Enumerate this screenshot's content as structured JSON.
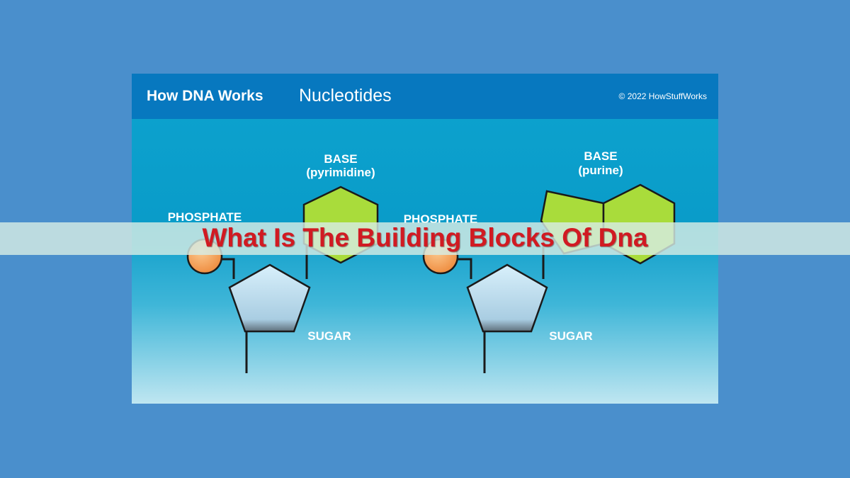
{
  "header": {
    "brand": "How DNA Works",
    "topic": "Nucleotides",
    "copyright": "© 2022 HowStuffWorks"
  },
  "nucleotides": [
    {
      "phosphate_label": "PHOSPHATE",
      "base_label": "BASE",
      "base_type": "(pyrimidine)",
      "sugar_label": "SUGAR"
    },
    {
      "phosphate_label": "PHOSPHATE",
      "base_label": "BASE",
      "base_type": "(purine)",
      "sugar_label": "SUGAR"
    }
  ],
  "banner": {
    "title": "What Is The Building Blocks Of Dna"
  },
  "colors": {
    "page_background": "#4a8fcc",
    "header_bar": "#0778bf",
    "base_fill": "#a9dc3b",
    "phosphate_fill": "#f4a05a",
    "sugar_fill": "#bfe3f4",
    "banner_text": "#d11a22"
  }
}
